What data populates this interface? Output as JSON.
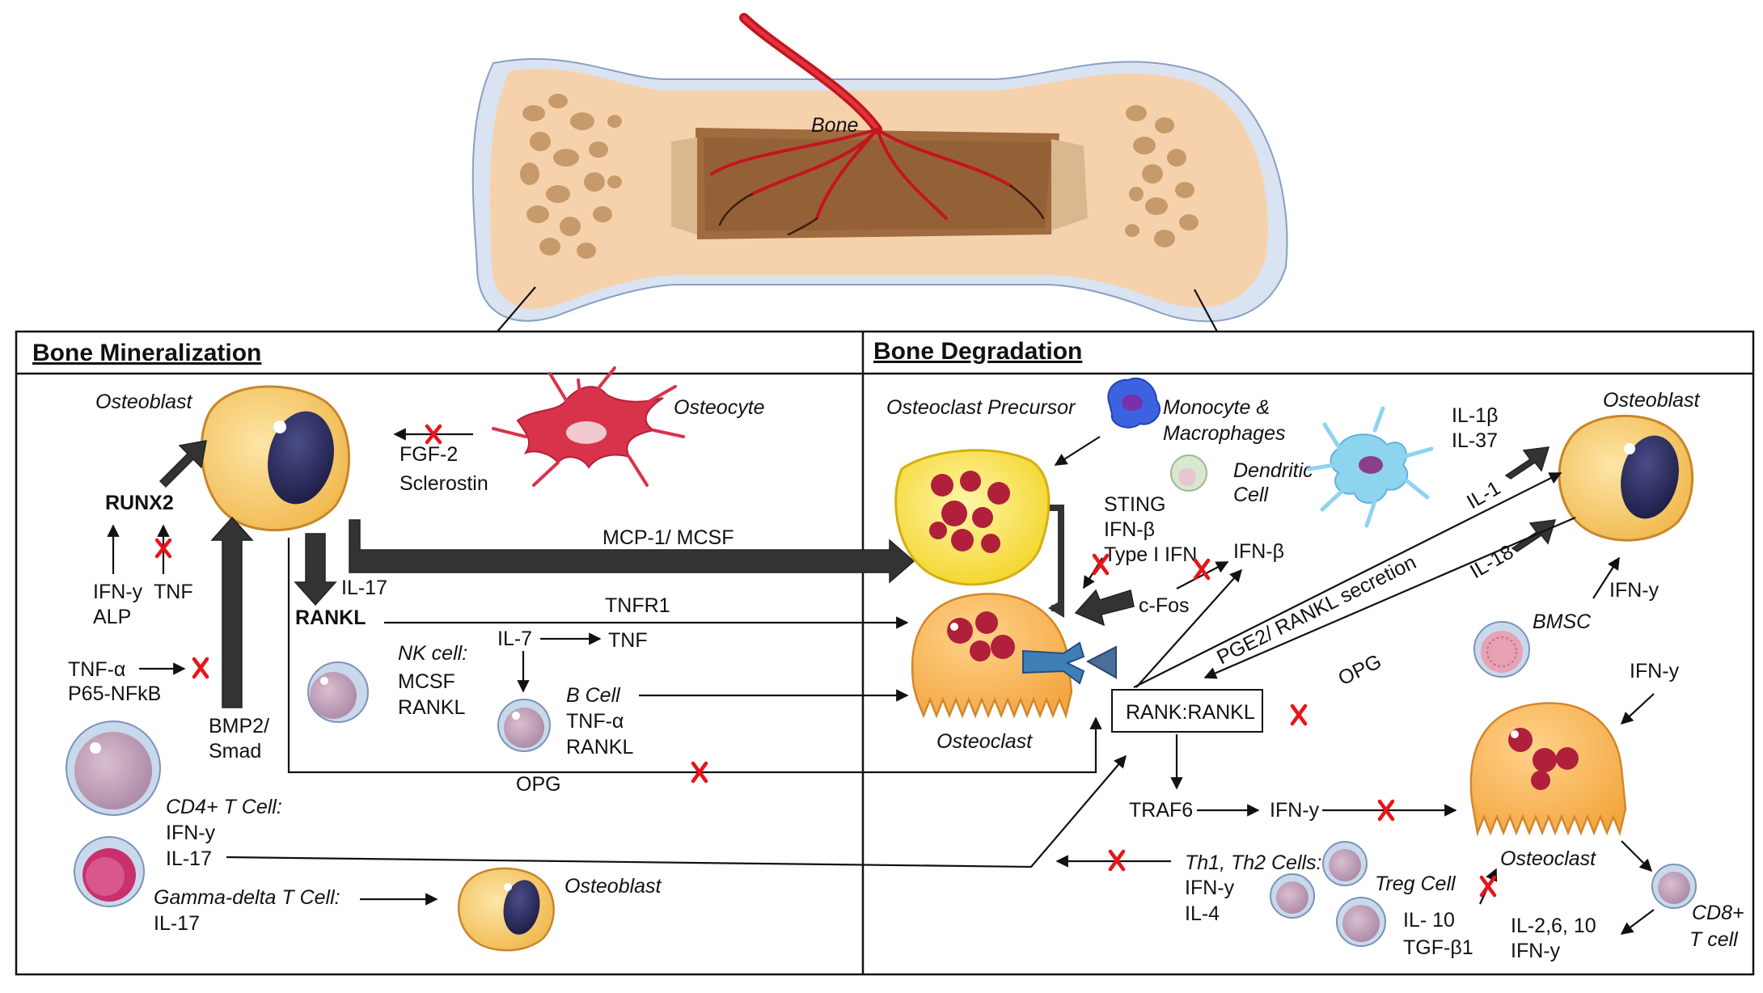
{
  "bone_label": "Bone",
  "panels": {
    "left_title": "Bone Mineralization",
    "right_title": "Bone Degradation"
  },
  "left": {
    "osteoblast": "Osteoblast",
    "osteocyte": "Osteocyte",
    "fgf2": "FGF-2",
    "sclerostin": "Sclerostin",
    "runx2": "RUNX2",
    "ifny": "IFN-y",
    "alp": "ALP",
    "tnf": "TNF",
    "tnfa": "TNF-α",
    "p65": "P65-NFkB",
    "bmp2": "BMP2/",
    "smad": "Smad",
    "il17": "IL-17",
    "rankl": "RANKL",
    "mcp1": "MCP-1/ MCSF",
    "tnfr1": "TNFR1",
    "nk_title": "NK cell:",
    "nk_mcsf": "MCSF",
    "nk_rankl": "RANKL",
    "il7": "IL-7",
    "tnf2": "TNF",
    "bcell_title": "B Cell",
    "bcell_tnfa": "TNF-α",
    "bcell_rankl": "RANKL",
    "opg": "OPG",
    "cd4_title": "CD4+ T Cell:",
    "cd4_ifny": "IFN-y",
    "cd4_il17": "IL-17",
    "gd_title": "Gamma-delta T Cell:",
    "gd_il17": "IL-17",
    "osteoblast2": "Osteoblast"
  },
  "right": {
    "precursor": "Osteoclast Precursor",
    "mono1": "Monocyte &",
    "mono2": "Macrophages",
    "sting": "STING",
    "ifnb": "IFN-β",
    "type1": "Type I IFN",
    "dc1": "Dendritic",
    "dc2": "Cell",
    "il1b": "IL-1β",
    "il37": "IL-37",
    "osteoblast": "Osteoblast",
    "il1": "IL-1",
    "il18": "IL-18",
    "ifnb2": "IFN-β",
    "cfos": "c-Fos",
    "pge2": "PGE2/ RANKL secretion",
    "opg": "OPG",
    "ifny_ob": "IFN-y",
    "bmsc": "BMSC",
    "ifny_oc": "IFN-y",
    "osteoclast": "Osteoclast",
    "ranklbox": "RANK:RANKL",
    "traf6": "TRAF6",
    "ifny_traf": "IFN-y",
    "osteoclast2": "Osteoclast",
    "th_title": "Th1, Th2 Cells:",
    "th_ifny": "IFN-y",
    "th_il4": "IL-4",
    "treg_title": "Treg Cell",
    "treg_il10": "IL- 10",
    "treg_tgf": "TGF-β1",
    "cd8_title1": "CD8+",
    "cd8_title2": "T cell",
    "cd8_il": "IL-2,6, 10",
    "cd8_ifny": "IFN-y"
  }
}
